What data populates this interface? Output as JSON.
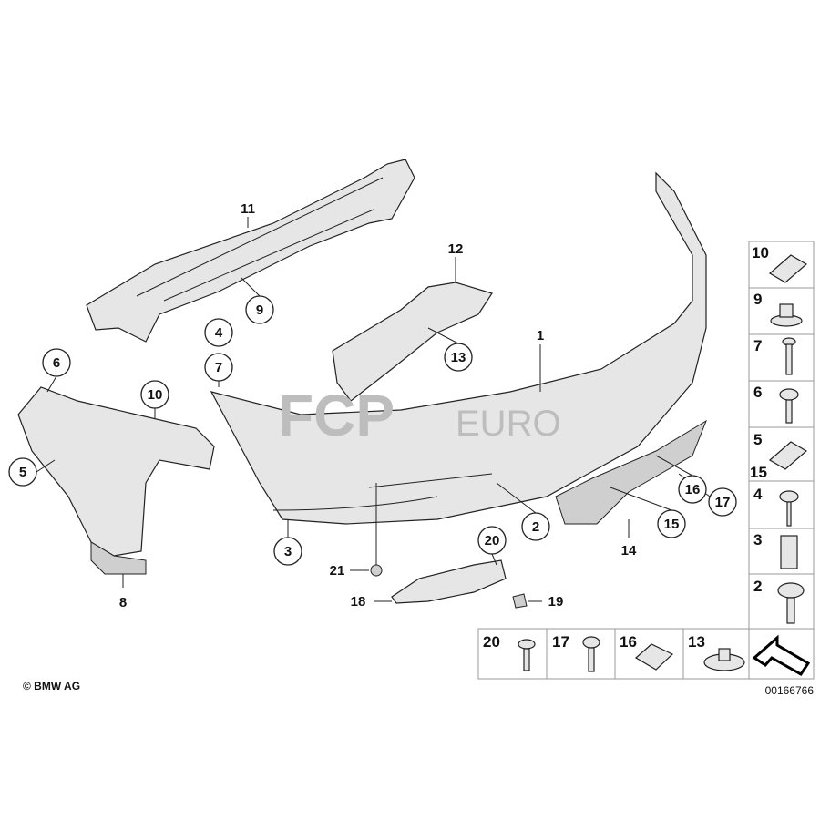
{
  "diagram": {
    "copyright": "© BMW AG",
    "diagram_number": "00166766",
    "watermark": {
      "main": "FCP",
      "suffix": "EURO"
    },
    "callouts": {
      "c1": "1",
      "c2": "2",
      "c3": "3",
      "c4": "4",
      "c5": "5",
      "c6": "6",
      "c7": "7",
      "c8": "8",
      "c9": "9",
      "c10": "10",
      "c11": "11",
      "c12": "12",
      "c13": "13",
      "c14": "14",
      "c15": "15",
      "c16": "16",
      "c17": "17",
      "c18": "18",
      "c19": "19",
      "c20": "20",
      "c21": "21"
    },
    "legend_column": [
      "10",
      "9",
      "7",
      "6",
      "5",
      "15",
      "4",
      "3",
      "2"
    ],
    "legend_row": [
      "20",
      "17",
      "16",
      "13"
    ]
  }
}
